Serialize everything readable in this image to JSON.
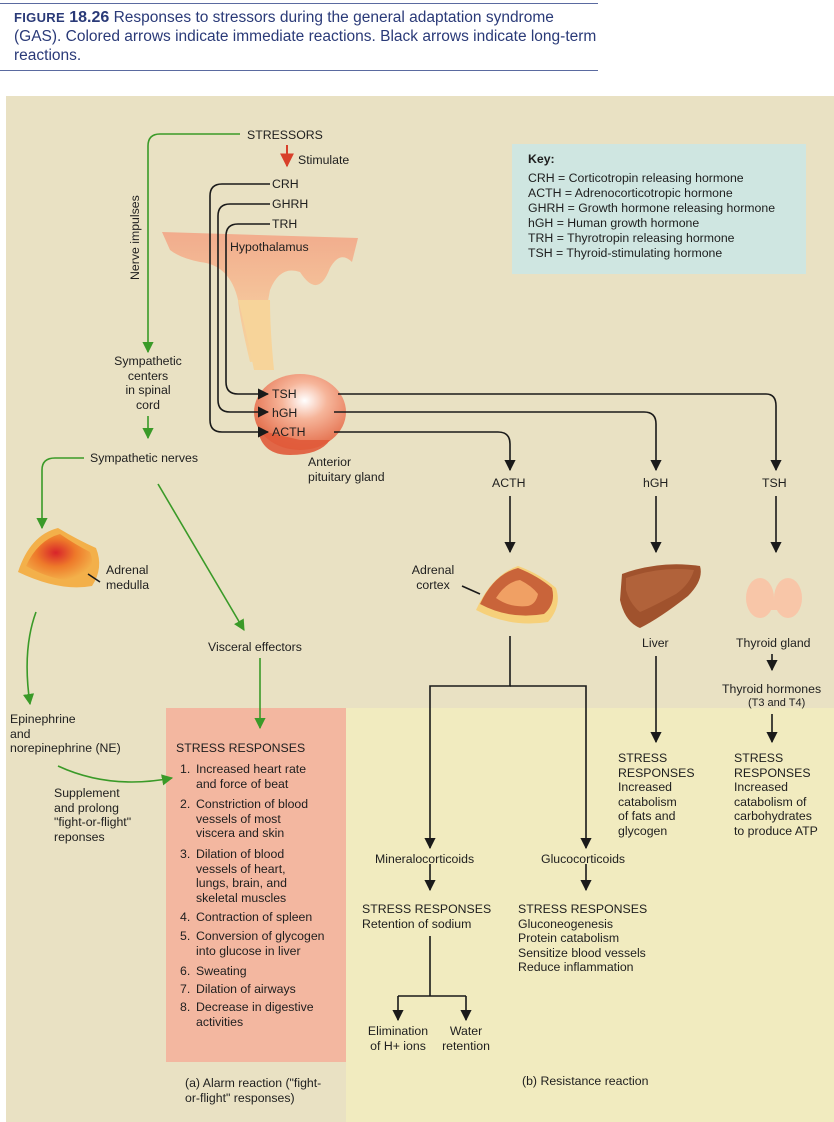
{
  "caption": {
    "figure_label": "FIGURE",
    "figure_number": "18.26",
    "text": "Responses to stressors during the general adaptation syndrome (GAS). Colored arrows indicate immediate reactions. Black arrows indicate long-term reactions."
  },
  "colors": {
    "immediate_arrow": "#3a9a28",
    "longterm_arrow": "#1a1a1a",
    "stimulate_arrow": "#d8402a",
    "background": "#e9e1c3",
    "alarm_box": "#f3b7a0",
    "resistance_area": "#f1ebbf",
    "key_box": "#cfe6e1",
    "caption_text": "#2a3a78"
  },
  "top": {
    "stressors": "STRESSORS",
    "stimulate": "Stimulate",
    "nerve_impulses": "Nerve impulses",
    "releasing_hormones": [
      "CRH",
      "GHRH",
      "TRH"
    ],
    "hypothalamus": "Hypothalamus",
    "pituitary_hormones": [
      "TSH",
      "hGH",
      "ACTH"
    ],
    "anterior_pituitary": "Anterior\npituitary gland",
    "sympathetic_centers": "Sympathetic\ncenters\nin spinal\ncord",
    "sympathetic_nerves": "Sympathetic nerves"
  },
  "key": {
    "title": "Key:",
    "entries": [
      "CRH = Corticotropin releasing hormone",
      "ACTH = Adrenocorticotropic hormone",
      "GHRH = Growth hormone releasing hormone",
      "hGH = Human growth hormone",
      "TRH = Thyrotropin releasing hormone",
      "TSH = Thyroid-stimulating hormone"
    ]
  },
  "alarm": {
    "adrenal_medulla": "Adrenal\nmedulla",
    "visceral_effectors": "Visceral effectors",
    "epinephrine": "Epinephrine\nand\nnorepinephrine (NE)",
    "supplement": "Supplement\nand prolong\n\"fight-or-flight\"\nreponses",
    "responses_title": "STRESS RESPONSES",
    "responses": [
      {
        "n": "1.",
        "text": "Increased heart rate\nand force of beat"
      },
      {
        "n": "2.",
        "text": "Constriction of blood\nvessels of most\nviscera and skin"
      },
      {
        "n": "3.",
        "text": "Dilation of blood\nvessels of heart,\nlungs, brain, and\nskeletal muscles"
      },
      {
        "n": "4.",
        "text": "Contraction of spleen"
      },
      {
        "n": "5.",
        "text": "Conversion of glycogen\ninto glucose in liver"
      },
      {
        "n": "6.",
        "text": "Sweating"
      },
      {
        "n": "7.",
        "text": "Dilation of airways"
      },
      {
        "n": "8.",
        "text": "Decrease in digestive\nactivities"
      }
    ],
    "panel_label": "(a) Alarm reaction (\"fight-\nor-flight\" responses)"
  },
  "resistance": {
    "acth": "ACTH",
    "hgh": "hGH",
    "tsh": "TSH",
    "adrenal_cortex": "Adrenal\ncortex",
    "liver": "Liver",
    "thyroid_gland": "Thyroid gland",
    "thyroid_hormones": "Thyroid hormones",
    "thyroid_hormones_sub": "(T3 and T4)",
    "liver_responses": "STRESS\nRESPONSES\nIncreased\ncatabolism\nof fats and\nglycogen",
    "thyroid_responses": "STRESS\nRESPONSES\nIncreased\ncatabolism of\ncarbohydrates\nto produce ATP",
    "mineralocorticoids": "Mineralocorticoids",
    "glucocorticoids": "Glucocorticoids",
    "mineral_responses": "STRESS RESPONSES\nRetention of sodium",
    "gluco_responses": "STRESS RESPONSES\nGluconeogenesis\nProtein catabolism\nSensitize blood vessels\nReduce inflammation",
    "elimination": "Elimination\nof H+ ions",
    "water_retention": "Water\nretention",
    "panel_label": "(b) Resistance reaction"
  }
}
